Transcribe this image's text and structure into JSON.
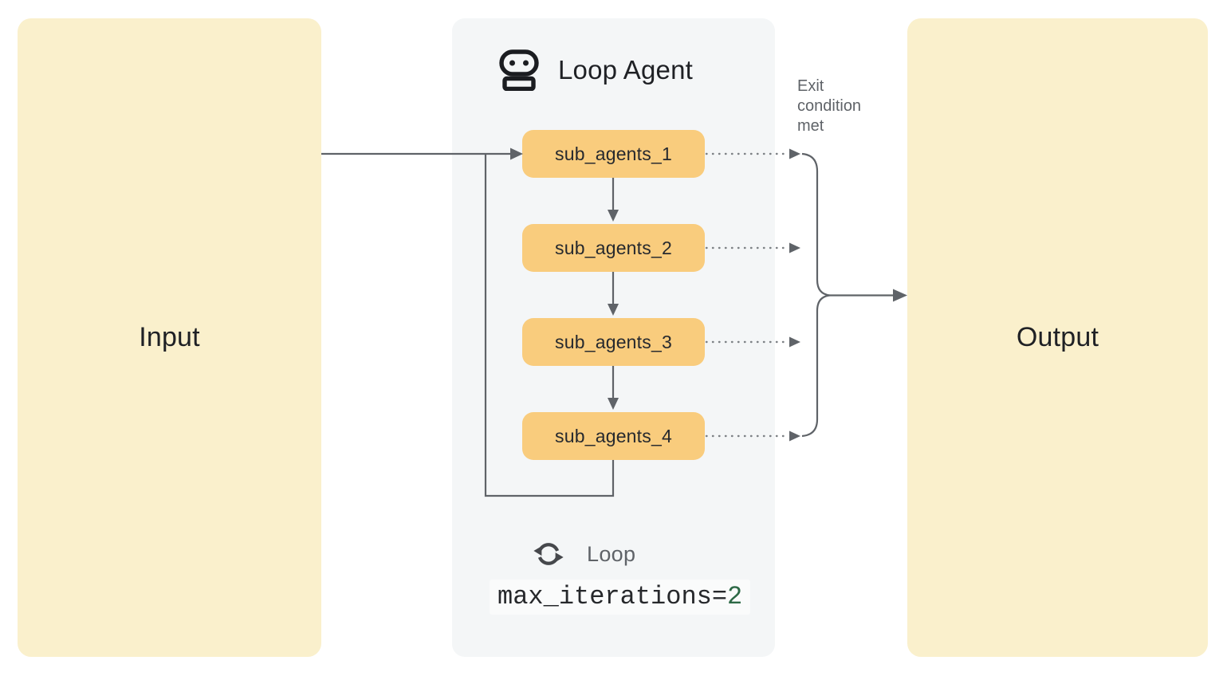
{
  "palette": {
    "io_box_fill": "#faf0cc",
    "panel_fill": "#f4f6f7",
    "agent_box_fill": "#f9cc7d",
    "connector_gray": "#5f6368",
    "dotted_gray": "#7d8185",
    "text_dark": "#1f2125",
    "text_gray": "#5f6368",
    "code_value_green": "#2d6946",
    "code_background": "#fafbfb"
  },
  "input_box": {
    "label": "Input"
  },
  "output_box": {
    "label": "Output"
  },
  "loop_agent_panel": {
    "title": "Loop Agent",
    "title_icon": "robot-icon",
    "sub_agents": [
      "sub_agents_1",
      "sub_agents_2",
      "sub_agents_3",
      "sub_agents_4"
    ],
    "loop": {
      "icon": "loop-icon",
      "label": "Loop",
      "code_text": "max_iterations=",
      "code_value": "2"
    }
  },
  "annotations": {
    "exit_condition": "Exit condition met"
  }
}
